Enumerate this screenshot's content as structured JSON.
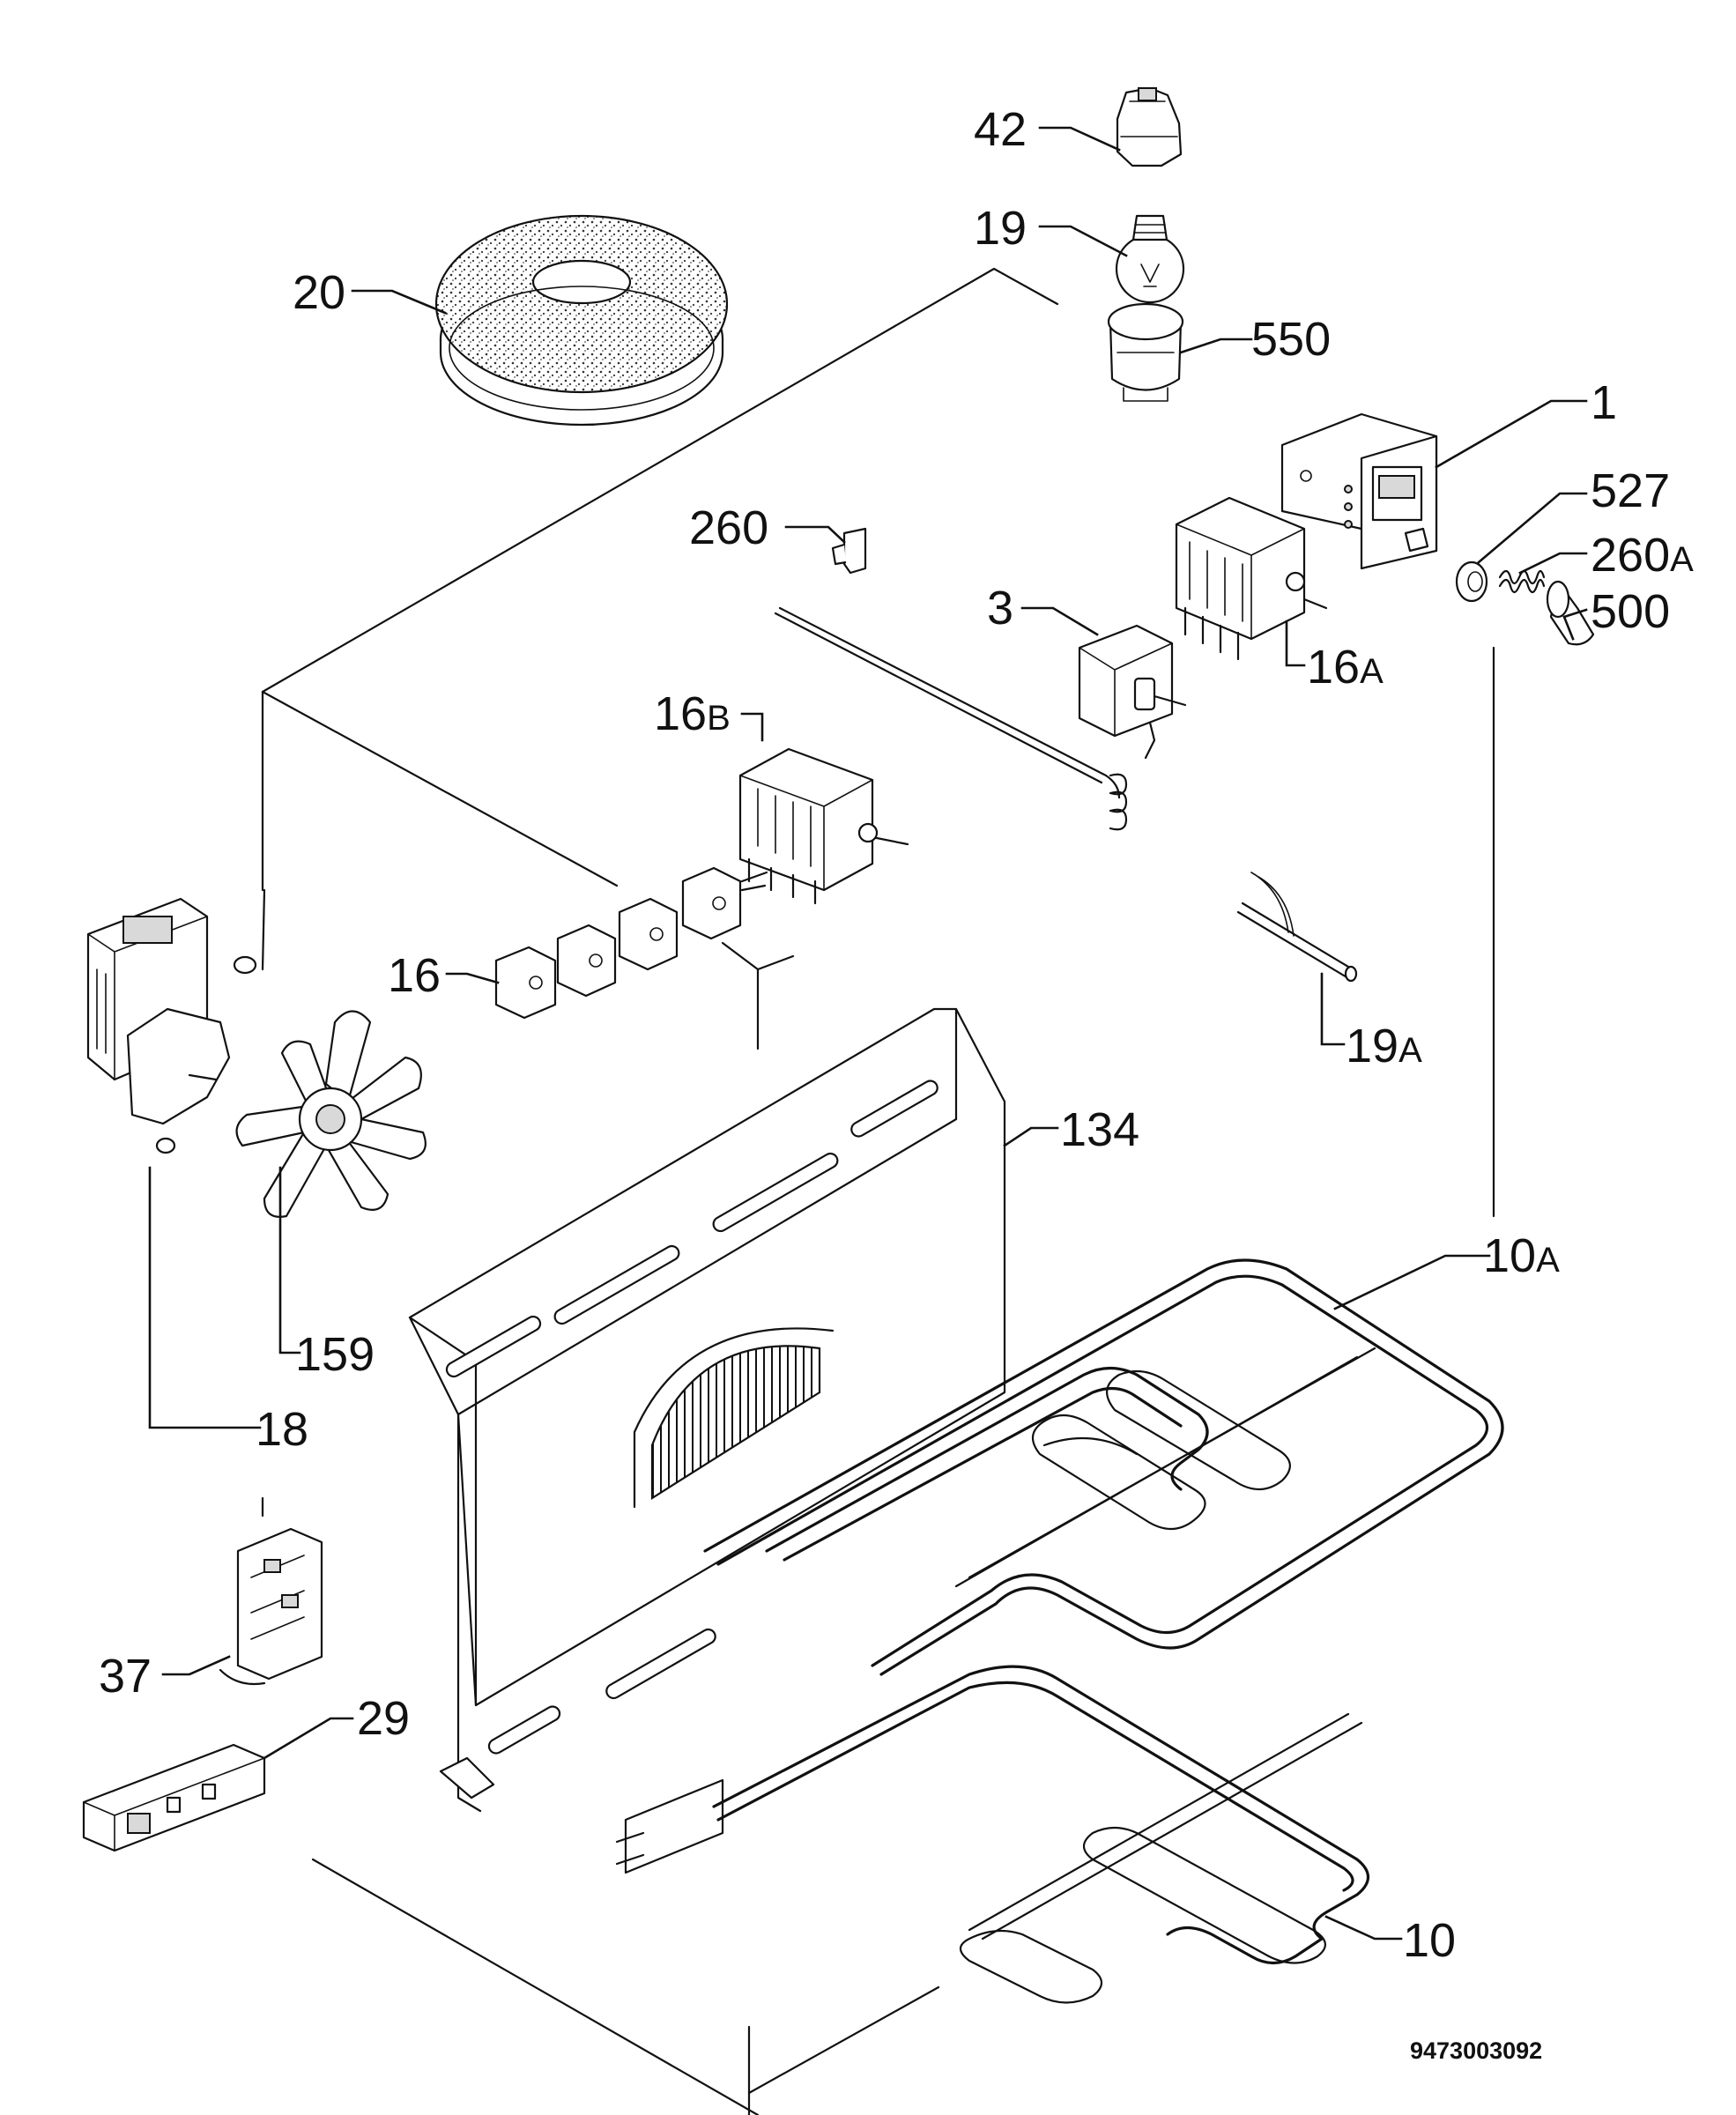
{
  "callouts": {
    "p42": "42",
    "p19": "19",
    "p20": "20",
    "p550": "550",
    "p1": "1",
    "p527": "527",
    "p260": "260",
    "p260a_num": "260",
    "p260a_suffix": "A",
    "p500": "500",
    "p3": "3",
    "p16a_num": "16",
    "p16a_suffix": "A",
    "p16b_num": "16",
    "p16b_suffix": "B",
    "p16": "16",
    "p19a_num": "19",
    "p19a_suffix": "A",
    "p134": "134",
    "p10a_num": "10",
    "p10a_suffix": "A",
    "p159": "159",
    "p18": "18",
    "p37": "37",
    "p29": "29",
    "p10": "10"
  },
  "document_code": "9473003092"
}
